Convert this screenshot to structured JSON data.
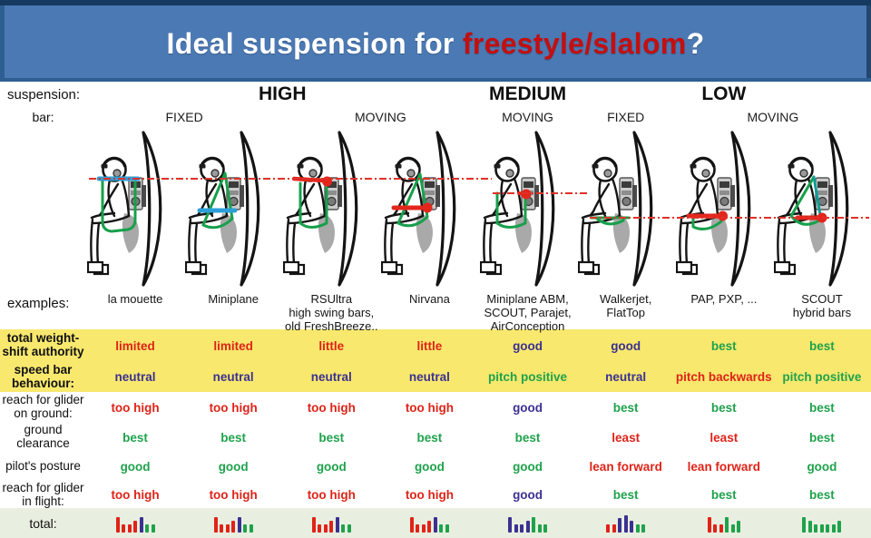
{
  "title": {
    "prefix": "Ideal suspension for ",
    "highlight": "freestyle/slalom",
    "suffix": "?"
  },
  "side_labels": {
    "suspension": "suspension:",
    "bar": "bar:",
    "examples": "examples:",
    "total": "total:"
  },
  "suspension_groups": [
    {
      "label": "HIGH",
      "col": 2,
      "span": 4
    },
    {
      "label": "MEDIUM",
      "col": 6,
      "span": 1
    },
    {
      "label": "LOW",
      "col": 8,
      "span": 1
    }
  ],
  "bar_groups": [
    {
      "label": "FIXED",
      "col": 2,
      "span": 2
    },
    {
      "label": "MOVING",
      "col": 4,
      "span": 2
    },
    {
      "label": "MOVING",
      "col": 6,
      "span": 1
    },
    {
      "label": "FIXED",
      "col": 7,
      "span": 1
    },
    {
      "label": "MOVING",
      "col": 8,
      "span": 2
    }
  ],
  "columns": [
    {
      "example": "la mouette",
      "suspension": "high",
      "bar": "fixed",
      "harness_colors": [
        "green",
        "blue"
      ]
    },
    {
      "example": "Miniplane",
      "suspension": "high",
      "bar": "fixed",
      "harness_colors": [
        "green",
        "blue"
      ]
    },
    {
      "example": "RSUltra\nhigh swing bars,\nold FreshBreeze..",
      "suspension": "high",
      "bar": "moving",
      "harness_colors": [
        "green",
        "red"
      ]
    },
    {
      "example": "Nirvana",
      "suspension": "high",
      "bar": "moving",
      "harness_colors": [
        "green",
        "red"
      ]
    },
    {
      "example": "Miniplane ABM,\nSCOUT, Parajet,\nAirConception",
      "suspension": "medium",
      "bar": "moving",
      "harness_colors": [
        "green",
        "red"
      ]
    },
    {
      "example": "Walkerjet,\nFlatTop",
      "suspension": "medium",
      "bar": "fixed",
      "harness_colors": [
        "green"
      ]
    },
    {
      "example": "PAP, PXP, ...",
      "suspension": "low",
      "bar": "moving",
      "harness_colors": [
        "green",
        "red"
      ]
    },
    {
      "example": "SCOUT\nhybrid bars",
      "suspension": "low",
      "bar": "moving",
      "harness_colors": [
        "green",
        "teal",
        "red"
      ]
    }
  ],
  "rows": [
    {
      "label": "total weight-\nshift authority",
      "band": "yellow",
      "values": [
        {
          "text": "limited",
          "tone": "red"
        },
        {
          "text": "limited",
          "tone": "red"
        },
        {
          "text": "little",
          "tone": "red"
        },
        {
          "text": "little",
          "tone": "red"
        },
        {
          "text": "good",
          "tone": "navy"
        },
        {
          "text": "good",
          "tone": "navy"
        },
        {
          "text": "best",
          "tone": "green"
        },
        {
          "text": "best",
          "tone": "green"
        }
      ]
    },
    {
      "label": "speed bar\nbehaviour:",
      "band": "yellow",
      "values": [
        {
          "text": "neutral",
          "tone": "navy"
        },
        {
          "text": "neutral",
          "tone": "navy"
        },
        {
          "text": "neutral",
          "tone": "navy"
        },
        {
          "text": "neutral",
          "tone": "navy"
        },
        {
          "text": "pitch positive",
          "tone": "green"
        },
        {
          "text": "neutral",
          "tone": "navy"
        },
        {
          "text": "pitch backwards",
          "tone": "red"
        },
        {
          "text": "pitch positive",
          "tone": "green"
        }
      ]
    },
    {
      "label": "reach for glider\non ground:",
      "band": "white",
      "values": [
        {
          "text": "too high",
          "tone": "red"
        },
        {
          "text": "too high",
          "tone": "red"
        },
        {
          "text": "too high",
          "tone": "red"
        },
        {
          "text": "too high",
          "tone": "red"
        },
        {
          "text": "good",
          "tone": "navy"
        },
        {
          "text": "best",
          "tone": "green"
        },
        {
          "text": "best",
          "tone": "green"
        },
        {
          "text": "best",
          "tone": "green"
        }
      ]
    },
    {
      "label": "ground\nclearance",
      "band": "white",
      "values": [
        {
          "text": "best",
          "tone": "green"
        },
        {
          "text": "best",
          "tone": "green"
        },
        {
          "text": "best",
          "tone": "green"
        },
        {
          "text": "best",
          "tone": "green"
        },
        {
          "text": "best",
          "tone": "green"
        },
        {
          "text": "least",
          "tone": "red"
        },
        {
          "text": "least",
          "tone": "red"
        },
        {
          "text": "best",
          "tone": "green"
        }
      ]
    },
    {
      "label": "pilot's  posture",
      "band": "white",
      "values": [
        {
          "text": "good",
          "tone": "green"
        },
        {
          "text": "good",
          "tone": "green"
        },
        {
          "text": "good",
          "tone": "green"
        },
        {
          "text": "good",
          "tone": "green"
        },
        {
          "text": "good",
          "tone": "green"
        },
        {
          "text": "lean forward",
          "tone": "red"
        },
        {
          "text": "lean forward",
          "tone": "red"
        },
        {
          "text": "good",
          "tone": "green"
        }
      ]
    },
    {
      "label": "reach for glider\nin flight:",
      "band": "white",
      "values": [
        {
          "text": "too high",
          "tone": "red"
        },
        {
          "text": "too high",
          "tone": "red"
        },
        {
          "text": "too high",
          "tone": "red"
        },
        {
          "text": "too high",
          "tone": "red"
        },
        {
          "text": "good",
          "tone": "navy"
        },
        {
          "text": "best",
          "tone": "green"
        },
        {
          "text": "best",
          "tone": "green"
        },
        {
          "text": "best",
          "tone": "green"
        }
      ]
    }
  ],
  "totals": [
    [
      [
        "red",
        17
      ],
      [
        "red",
        9
      ],
      [
        "red",
        9
      ],
      [
        "red",
        13
      ],
      [
        "navy",
        17
      ],
      [
        "green",
        9
      ],
      [
        "green",
        9
      ]
    ],
    [
      [
        "red",
        17
      ],
      [
        "red",
        9
      ],
      [
        "red",
        9
      ],
      [
        "red",
        13
      ],
      [
        "navy",
        17
      ],
      [
        "green",
        9
      ],
      [
        "green",
        9
      ]
    ],
    [
      [
        "red",
        17
      ],
      [
        "red",
        9
      ],
      [
        "red",
        9
      ],
      [
        "red",
        13
      ],
      [
        "navy",
        17
      ],
      [
        "green",
        9
      ],
      [
        "green",
        9
      ]
    ],
    [
      [
        "red",
        17
      ],
      [
        "red",
        9
      ],
      [
        "red",
        9
      ],
      [
        "red",
        13
      ],
      [
        "navy",
        17
      ],
      [
        "green",
        9
      ],
      [
        "green",
        9
      ]
    ],
    [
      [
        "navy",
        17
      ],
      [
        "navy",
        9
      ],
      [
        "navy",
        9
      ],
      [
        "navy",
        13
      ],
      [
        "green",
        17
      ],
      [
        "green",
        9
      ],
      [
        "green",
        9
      ]
    ],
    [
      [
        "red",
        9
      ],
      [
        "red",
        9
      ],
      [
        "navy",
        16
      ],
      [
        "navy",
        19
      ],
      [
        "navy",
        13
      ],
      [
        "green",
        9
      ],
      [
        "green",
        9
      ]
    ],
    [
      [
        "red",
        17
      ],
      [
        "red",
        9
      ],
      [
        "red",
        9
      ],
      [
        "green",
        17
      ],
      [
        "green",
        9
      ],
      [
        "green",
        13
      ]
    ],
    [
      [
        "green",
        17
      ],
      [
        "green",
        13
      ],
      [
        "green",
        9
      ],
      [
        "green",
        9
      ],
      [
        "green",
        9
      ],
      [
        "green",
        9
      ],
      [
        "green",
        13
      ]
    ]
  ],
  "colors": {
    "red": "#df2318",
    "green": "#1fa24c",
    "navy": "#3b3191",
    "yellow": "#f8e86e",
    "total_bg": "#e9efe0",
    "dash_red": "#e03127",
    "header_blue": "#4b79b4",
    "title_highlight": "#c40f0f",
    "harness_green": "#17a04b",
    "harness_blue": "#2d9fd8",
    "harness_red": "#e3261c",
    "harness_teal": "#0e9f97"
  }
}
